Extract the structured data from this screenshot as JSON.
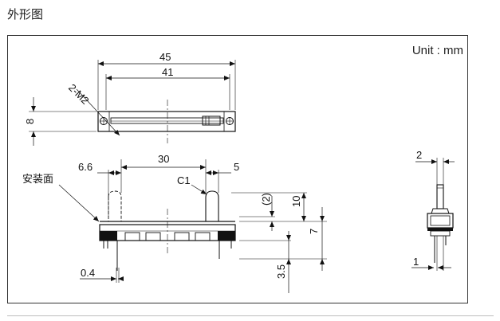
{
  "heading": "外形图",
  "unit_label": "Unit : mm",
  "top_view": {
    "dim_45": "45",
    "dim_41": "41",
    "dim_8": "8",
    "hole_label": "2-M2"
  },
  "front_view": {
    "mount_label": "安装面",
    "dim_6_6": "6.6",
    "dim_30": "30",
    "dim_5": "5",
    "chamfer_label": "C1",
    "dim_2_paren": "(2)",
    "dim_10": "10",
    "dim_7": "7",
    "dim_0_4": "0.4",
    "dim_3_5": "3.5"
  },
  "side_view": {
    "dim_2": "2",
    "dim_1": "1"
  }
}
